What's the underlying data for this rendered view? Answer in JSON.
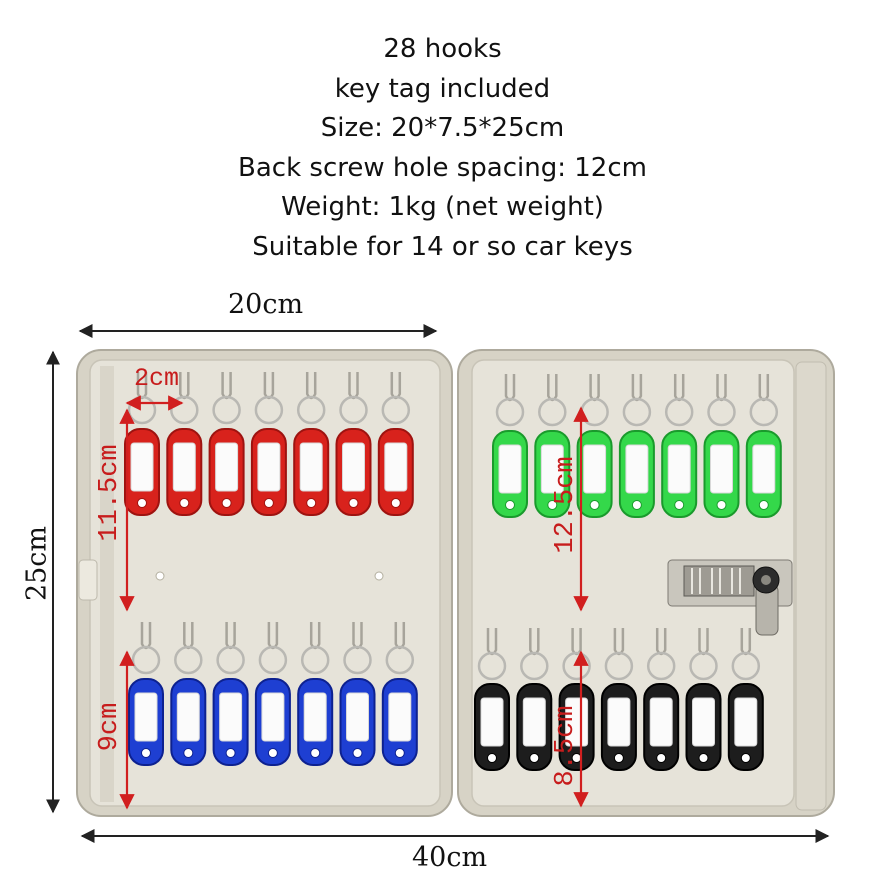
{
  "specs": [
    "28 hooks",
    "key tag included",
    "Size: 20*7.5*25cm",
    "Back screw hole spacing: 12cm",
    "Weight: 1kg (net weight)",
    "Suitable for 14 or so car keys"
  ],
  "dimensions": {
    "width_single": "20cm",
    "height": "25cm",
    "width_open": "40cm",
    "hook_spacing": "2cm",
    "left_upper_row": "11.5cm",
    "left_lower_row": "9cm",
    "right_upper_row": "12.5cm",
    "right_lower_row": "8.5cm"
  },
  "tag_rows": [
    {
      "panel": "left",
      "row": "top",
      "color_name": "red",
      "fill": "#d8221c",
      "edge": "#9e1310",
      "count": 7
    },
    {
      "panel": "left",
      "row": "bottom",
      "color_name": "blue",
      "fill": "#1e3fd2",
      "edge": "#0d2190",
      "count": 7
    },
    {
      "panel": "right",
      "row": "top",
      "color_name": "green",
      "fill": "#34d84a",
      "edge": "#1a9a2c",
      "count": 7
    },
    {
      "panel": "right",
      "row": "bottom",
      "color_name": "black",
      "fill": "#1d1d1d",
      "edge": "#000000",
      "count": 7
    }
  ],
  "colors": {
    "cabinet": "#e4e1d6",
    "cabinet_edge": "#b9b5a8",
    "measure_line": "#d11f1f",
    "dimension_line": "#222222"
  }
}
